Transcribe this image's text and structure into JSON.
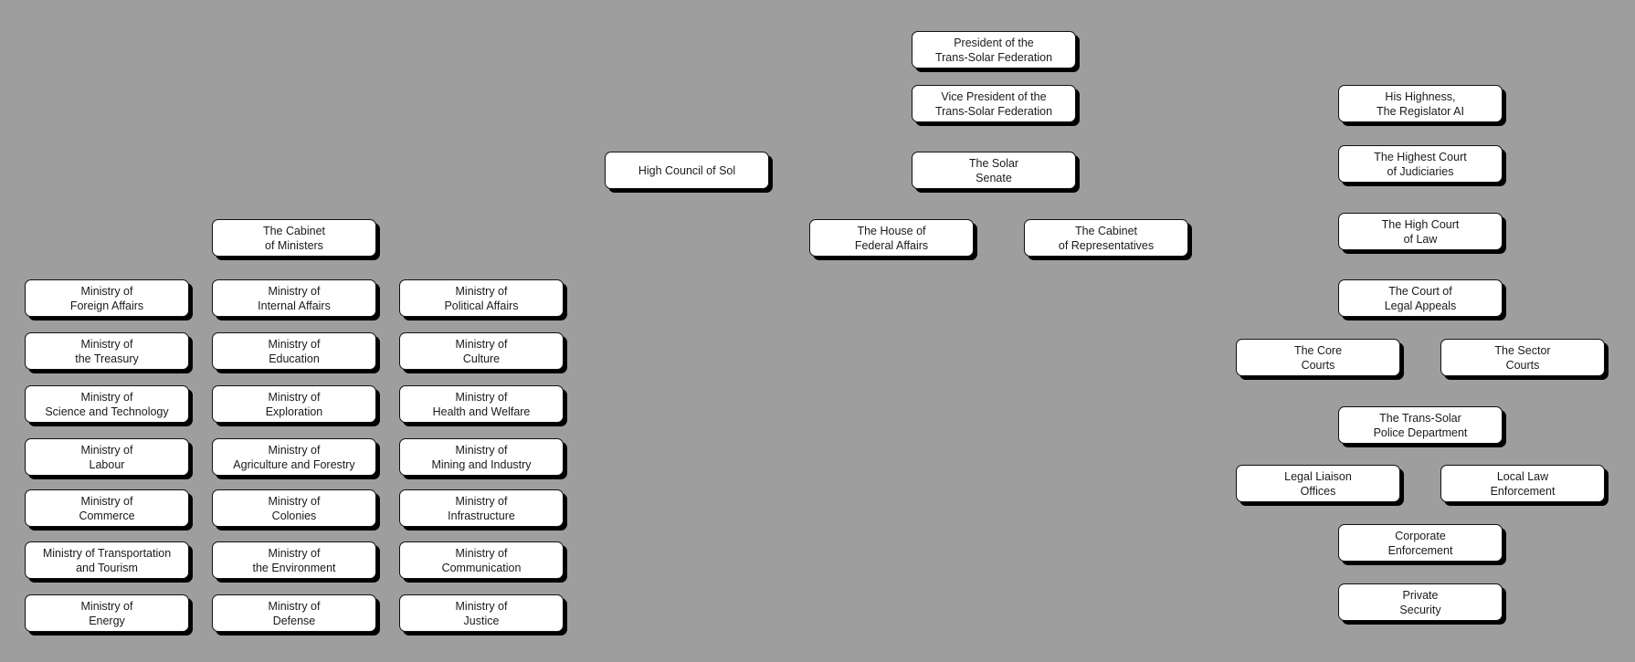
{
  "diagram": {
    "background": "#9e9e9e",
    "node_fill": "#ffffff",
    "node_shadow": "#000000",
    "executive": {
      "president": "President of the\nTrans-Solar Federation",
      "vice_president": "Vice President of the\nTrans-Solar Federation",
      "solar_senate": "The Solar\nSenate",
      "high_council": "High Council of Sol",
      "house_federal_affairs": "The House of\nFederal Affairs",
      "cabinet_representatives": "The Cabinet\nof Representatives"
    },
    "cabinet": {
      "title": "The Cabinet\nof Ministers",
      "ministries": [
        "Ministry of\nForeign Affairs",
        "Ministry of\nInternal Affairs",
        "Ministry of\nPolitical Affairs",
        "Ministry of\nthe Treasury",
        "Ministry of\nEducation",
        "Ministry of\nCulture",
        "Ministry of\nScience and Technology",
        "Ministry of\nExploration",
        "Ministry of\nHealth and Welfare",
        "Ministry of\nLabour",
        "Ministry of\nAgriculture and Forestry",
        "Ministry of\nMining and Industry",
        "Ministry of\nCommerce",
        "Ministry of\nColonies",
        "Ministry of\nInfrastructure",
        "Ministry of Transportation\nand Tourism",
        "Ministry of\nthe Environment",
        "Ministry of\nCommunication",
        "Ministry of\nEnergy",
        "Ministry of\nDefense",
        "Ministry of\nJustice"
      ]
    },
    "judiciary": {
      "regislator": "His Highness,\nThe Regislator AI",
      "highest_court": "The Highest Court\nof Judiciaries",
      "high_court": "The High Court\nof Law",
      "court_appeals": "The Court of\nLegal Appeals",
      "core_courts": "The Core\nCourts",
      "sector_courts": "The Sector\nCourts",
      "police": "The Trans-Solar\nPolice Department",
      "legal_liaison": "Legal Liaison\nOffices",
      "local_law": "Local Law\nEnforcement",
      "corporate": "Corporate\nEnforcement",
      "private": "Private\nSecurity"
    }
  }
}
